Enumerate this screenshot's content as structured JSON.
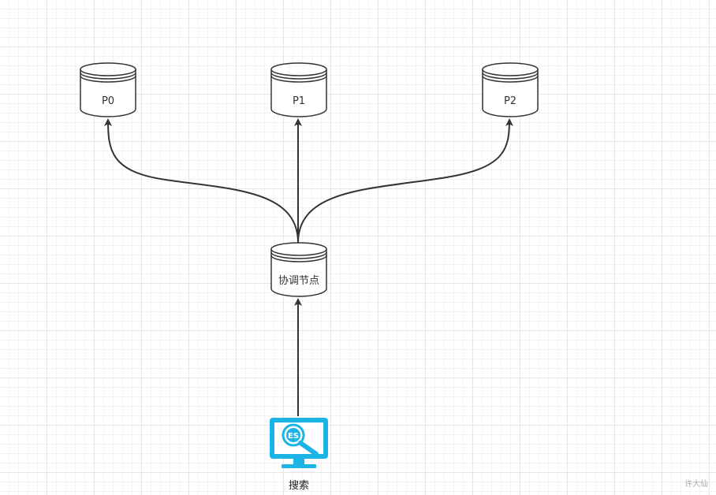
{
  "diagram": {
    "nodes": {
      "p0": "P0",
      "p1": "P1",
      "p2": "P2",
      "coordinator": "协调节点"
    },
    "search_label": "搜索",
    "search_icon_text": "ES",
    "watermark": "许大仙"
  },
  "colors": {
    "stroke": "#333333",
    "icon_accent": "#1ab4e6",
    "grid_major": "#e6e6e6",
    "grid_minor": "#f2f2f2"
  }
}
